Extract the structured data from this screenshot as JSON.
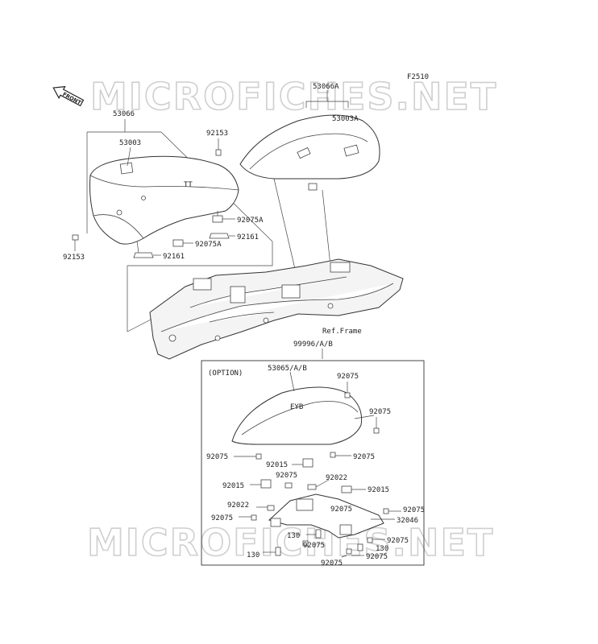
{
  "watermark": "MICROFICHES.NET",
  "figure_code": "F2510",
  "front_arrow": "FRONT",
  "option_label": "(OPTION)",
  "ref_frame": "Ref.Frame",
  "labels": {
    "p53066": "53066",
    "p53003": "53003",
    "p92153_top": "92153",
    "p92153_left": "92153",
    "p92075A_a": "92075A",
    "p92075A_b": "92075A",
    "p92161_a": "92161",
    "p92161_b": "92161",
    "p53066A": "53066A",
    "p53003A": "53003A",
    "p99996": "99996/A/B",
    "p53065": "53065/A/B",
    "o92075_1": "92075",
    "o92075_2": "92075",
    "o92075_3": "92075",
    "o92075_4": "92075",
    "o92015_1": "92015",
    "o92075_5": "92075",
    "o92022_1": "92022",
    "o92015_2": "92015",
    "o92015_3": "92015",
    "o92022_2": "92022",
    "o92075_6": "92075",
    "o92075_7": "92075",
    "o92075_8": "92075",
    "o32046": "32046",
    "o130_1": "130",
    "o92075_9": "92075",
    "o130_2": "130",
    "o130_3": "130",
    "o92075_10": "92075",
    "o92075_11": "92075"
  }
}
